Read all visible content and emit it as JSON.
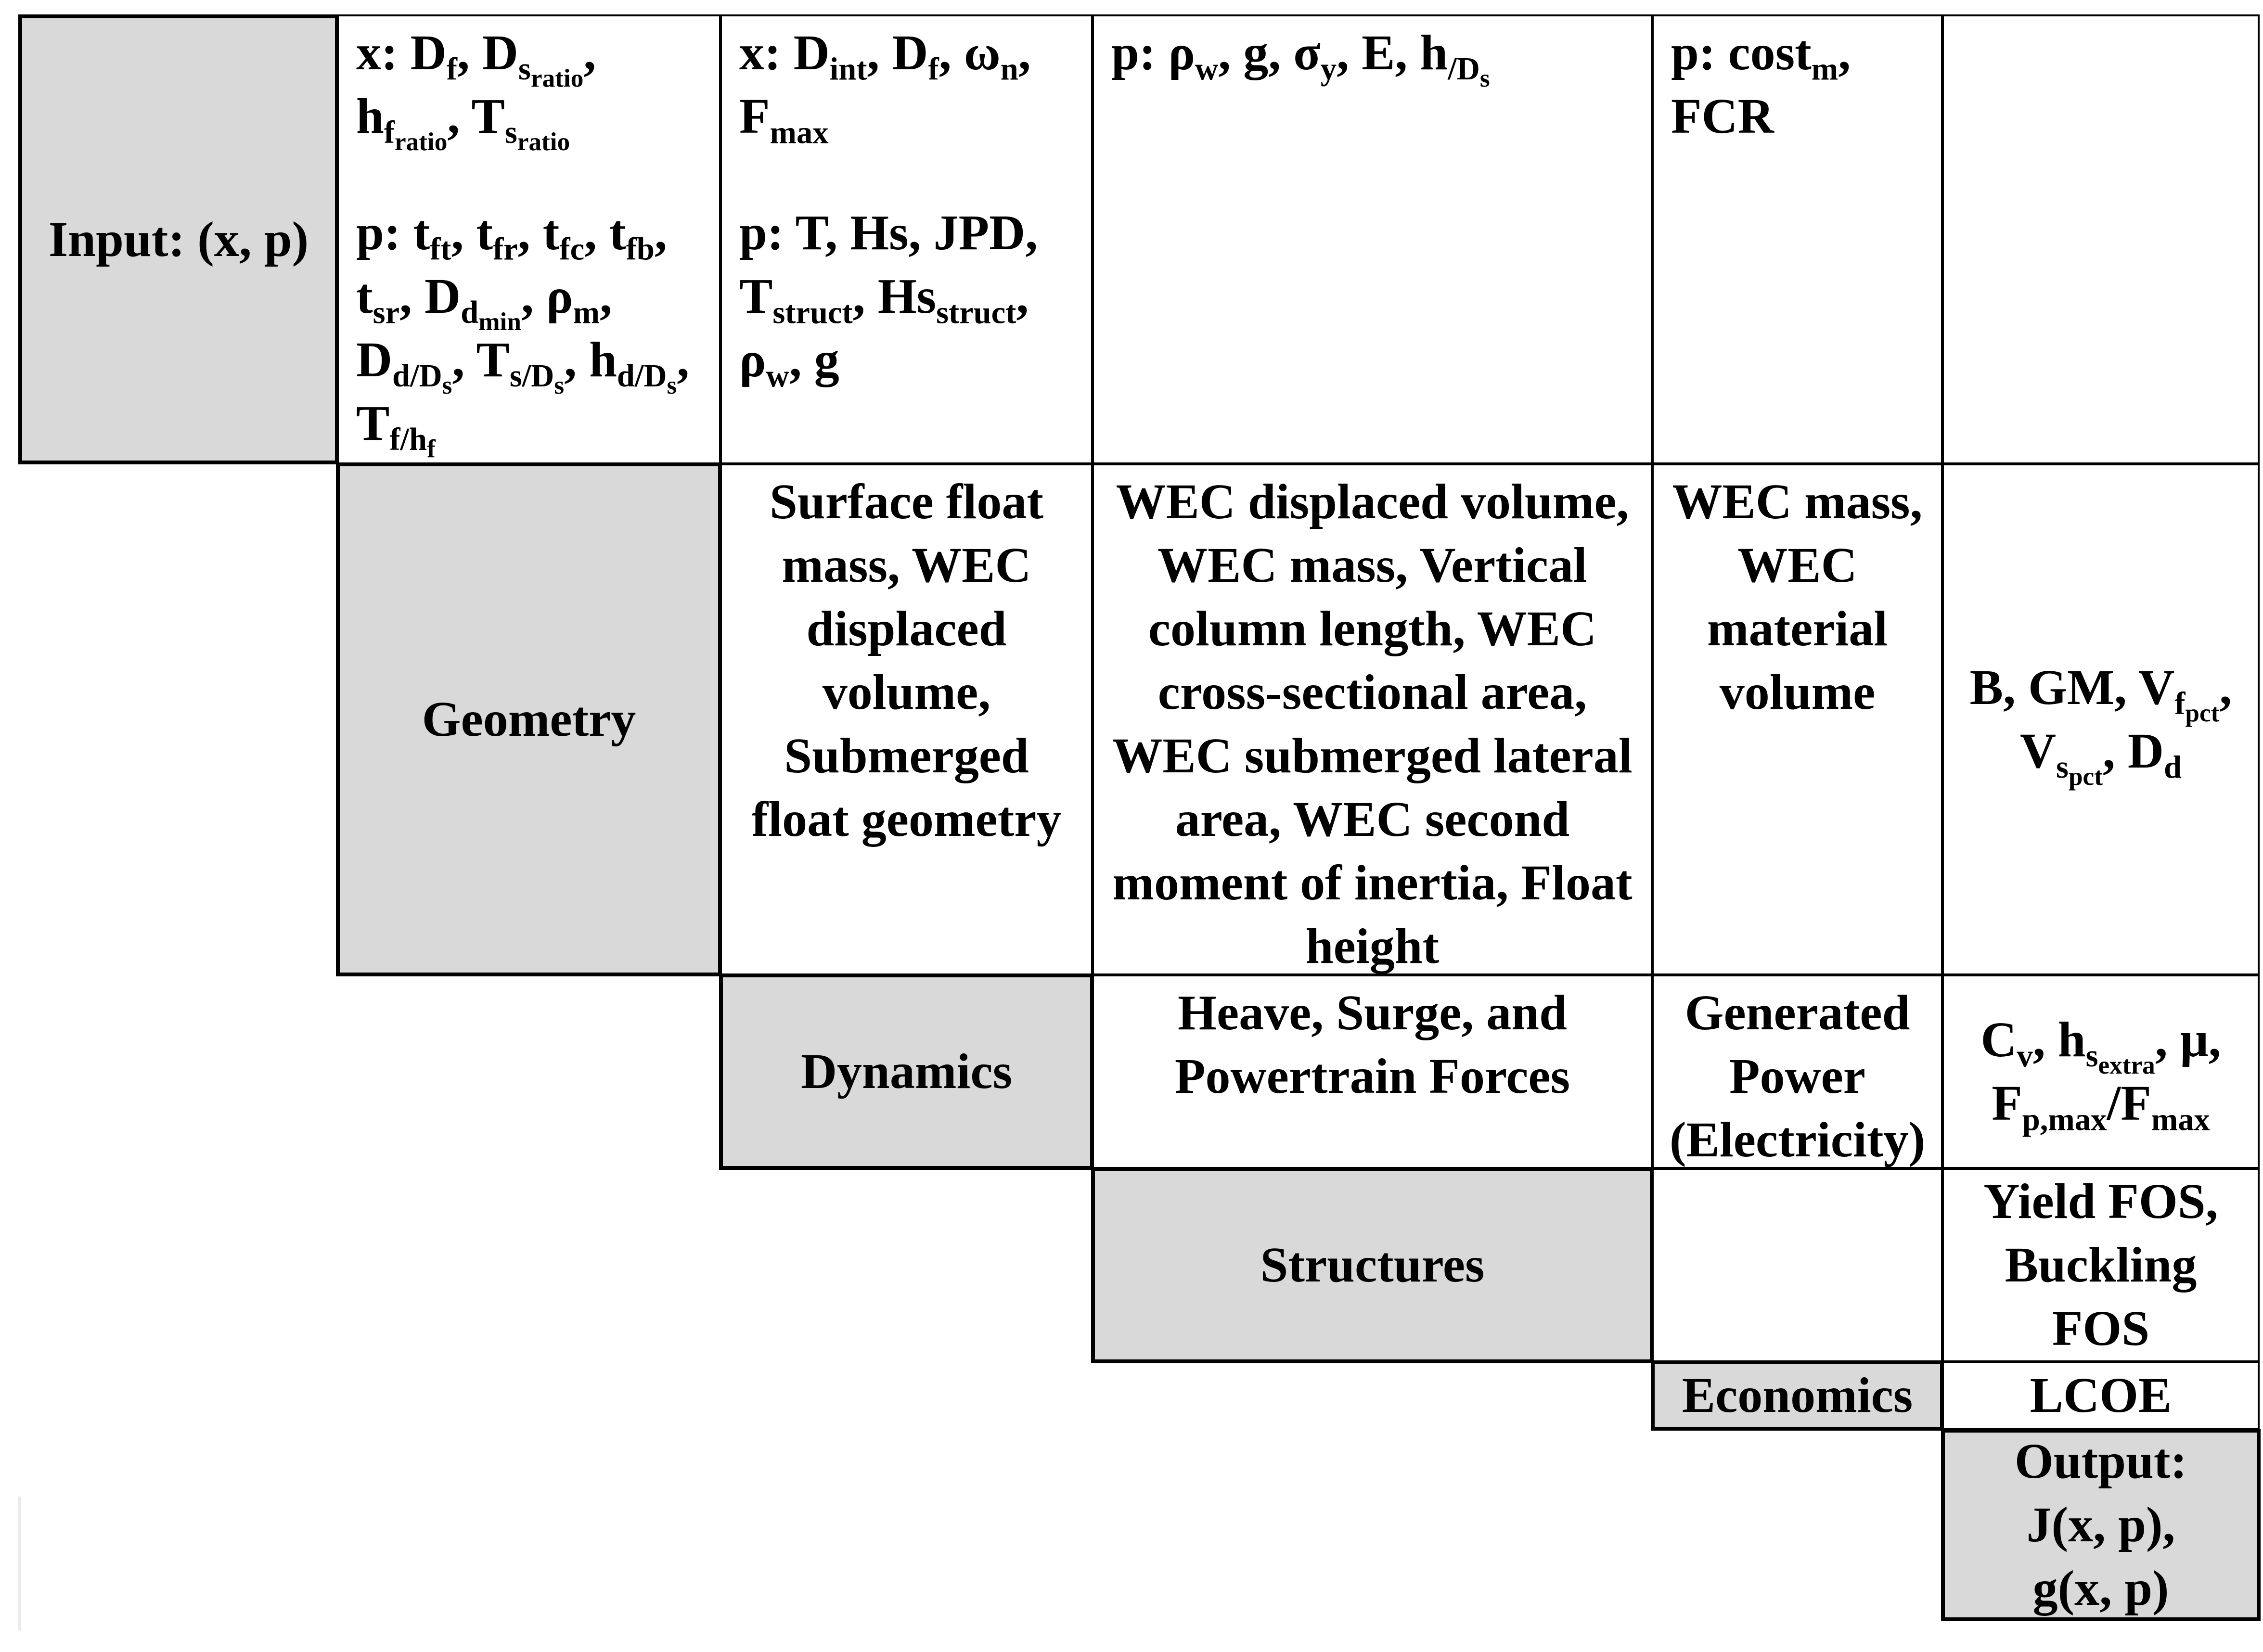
{
  "diagram": {
    "type": "N2 / design structure matrix",
    "disciplines": {
      "input": "Input: (x, p)",
      "geometry": "Geometry",
      "dynamics": "Dynamics",
      "structures": "Structures",
      "economics": "Economics",
      "output": [
        "Output:",
        "J(x, p),",
        "g(x, p)"
      ]
    },
    "input_to_geometry": {
      "x": [
        "x: D",
        "f",
        ", D",
        "s",
        "ratio",
        ",",
        "h",
        "f",
        "ratio",
        ", T",
        "s",
        "ratio"
      ],
      "p": [
        "p: t",
        "ft",
        ", t",
        "fr",
        ", t",
        "fc",
        ", t",
        "fb",
        ",",
        "t",
        "sr",
        ", D",
        "d",
        "min",
        ", ρ",
        "m",
        ",",
        "D",
        "d/D",
        "s",
        ", T",
        "s/D",
        "s",
        ", h",
        "d/D",
        "s",
        ",",
        "T",
        "f/h",
        "f"
      ]
    },
    "input_to_dynamics": {
      "x": [
        "x:  D",
        "int",
        ", D",
        "f",
        ", ω",
        "n",
        ",",
        "F",
        "max"
      ],
      "p": [
        "p: T, Hs, JPD,",
        "T",
        "struct",
        ", Hs",
        "struct",
        ",",
        "ρ",
        "w",
        ", g"
      ]
    },
    "input_to_structures": {
      "p": [
        "p: ρ",
        "w",
        ", g, σ",
        "y",
        ", E, h",
        "/D",
        "s"
      ]
    },
    "input_to_economics": {
      "p": [
        "p: cost",
        "m",
        ",",
        "FCR"
      ]
    },
    "geometry_to_dynamics": [
      "Surface float",
      "mass, WEC",
      "displaced",
      "volume,",
      "Submerged",
      "float geometry"
    ],
    "geometry_to_structures": [
      "WEC displaced volume,",
      "WEC mass, Vertical",
      "column length, WEC",
      "cross-sectional area,",
      "WEC submerged lateral",
      "area, WEC second",
      "moment of inertia, Float",
      "height"
    ],
    "geometry_to_economics": [
      "WEC mass,",
      "WEC",
      "material",
      "volume"
    ],
    "geometry_to_output": [
      "B, GM, V",
      "f",
      "pct",
      ",",
      "V",
      "s",
      "pct",
      ", D",
      "d"
    ],
    "dynamics_to_structures": [
      "Heave, Surge, and",
      "Powertrain Forces"
    ],
    "dynamics_to_economics": [
      "Generated",
      "Power",
      "(Electricity)"
    ],
    "dynamics_to_output": [
      "C",
      "v",
      ", h",
      "s",
      "extra",
      ", μ,",
      "F",
      "p,max",
      "/F",
      "max"
    ],
    "structures_to_output": [
      "Yield FOS,",
      "Buckling",
      "FOS"
    ],
    "economics_to_output": "LCOE"
  }
}
